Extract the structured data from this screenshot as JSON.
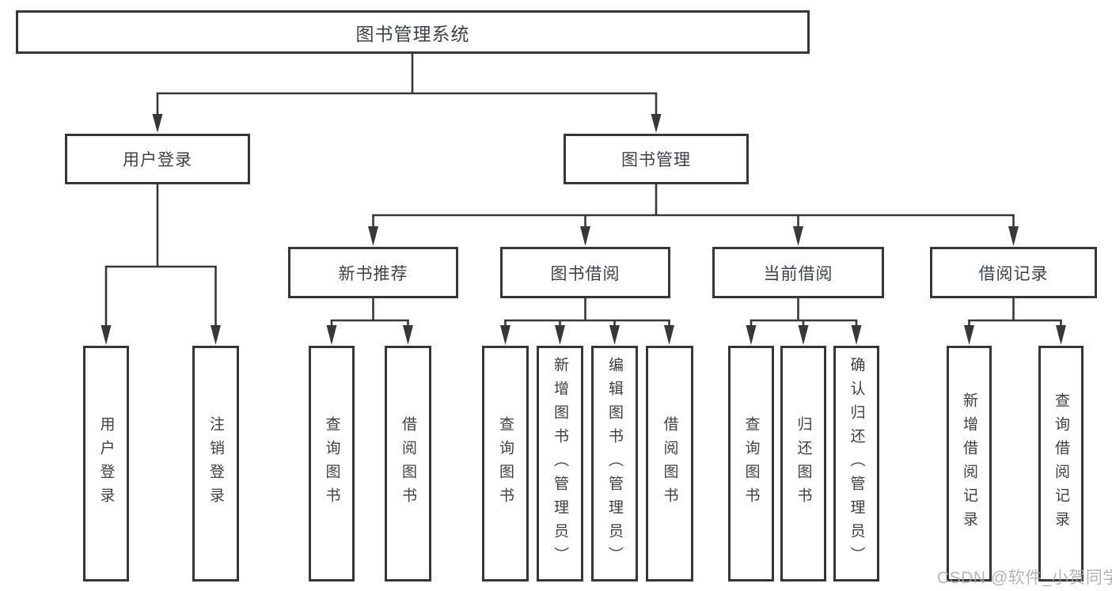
{
  "tree": {
    "root_label": "图书管理系统",
    "branches": [
      {
        "label": "用户登录",
        "children": [
          "用户登录",
          "注销登录"
        ]
      },
      {
        "label": "图书管理",
        "groups": [
          {
            "label": "新书推荐",
            "children": [
              "查询图书",
              "借阅图书"
            ]
          },
          {
            "label": "图书借阅",
            "children": [
              "查询图书",
              "新增图书（管理员）",
              "编辑图书（管理员）",
              "借阅图书"
            ]
          },
          {
            "label": "当前借阅",
            "children": [
              "查询图书",
              "归还图书",
              "确认归还（管理员）"
            ]
          },
          {
            "label": "借阅记录",
            "children": [
              "新增借阅记录",
              "查询借阅记录"
            ]
          }
        ]
      }
    ]
  },
  "watermark": {
    "text": "CSDN @软件_小贺同学"
  },
  "colors": {
    "line": "#383838",
    "box_border": "#363636",
    "text": "#3d4045",
    "watermark": "#a8a8a8",
    "background": "#ffffff"
  }
}
